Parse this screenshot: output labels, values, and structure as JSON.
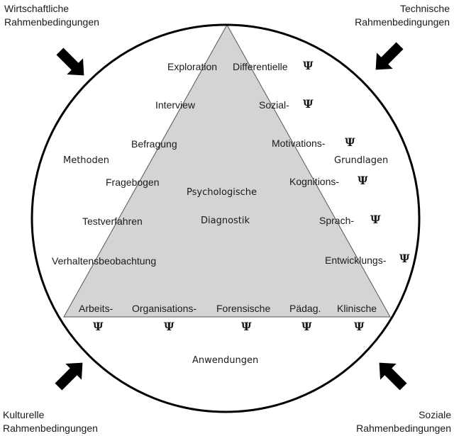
{
  "diagram": {
    "title": "Psychologische Diagnostik",
    "center": {
      "line1": "Psychologische",
      "line2": "Diagnostik"
    },
    "corners": {
      "top_left": {
        "line1": "Wirtschaftliche",
        "line2": "Rahmenbedingungen"
      },
      "top_right": {
        "line1": "Technische",
        "line2": "Rahmenbedingungen"
      },
      "bottom_left": {
        "line1": "Kulturelle",
        "line2": "Rahmenbedingungen"
      },
      "bottom_right": {
        "line1": "Soziale",
        "line2": "Rahmenbedingungen"
      }
    },
    "sections": {
      "methods": {
        "heading": "Methoden",
        "items": [
          "Exploration",
          "Interview",
          "Befragung",
          "Fragebogen",
          "Testverfahren",
          "Verhaltensbeobachtung"
        ]
      },
      "foundations": {
        "heading": "Grundlagen",
        "items": [
          "Differentielle",
          "Sozial-",
          "Motivations-",
          "Kognitions-",
          "Sprach-",
          "Entwicklungs-"
        ]
      },
      "applications": {
        "heading": "Anwendungen",
        "items": [
          "Arbeits-",
          "Organisations-",
          "Forensische",
          "Pädag.",
          "Klinische"
        ]
      }
    },
    "psi_symbol": "Ψ",
    "colors": {
      "triangle_fill": "#d4d4d4",
      "circle_stroke": "#000000",
      "arrow_fill": "#000000",
      "text": "#1a1a1a"
    }
  }
}
